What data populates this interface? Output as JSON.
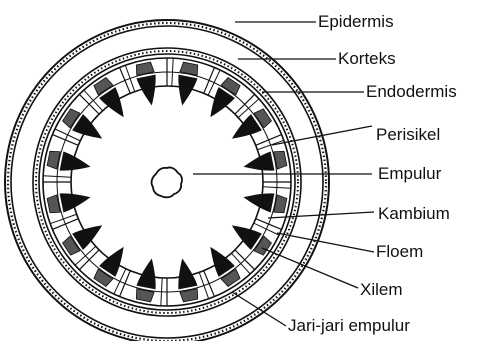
{
  "diagram": {
    "labels": {
      "epidermis": "Epidermis",
      "korteks": "Korteks",
      "endodermis": "Endodermis",
      "perisikel": "Perisikel",
      "empulur": "Empulur",
      "kambium": "Kambium",
      "floem": "Floem",
      "xilem": "Xilem",
      "jari_jari_empulur": "Jari-jari empulur"
    },
    "vascular_bundle_count": 16,
    "colors": {
      "ink": "#111111",
      "background": "#ffffff"
    }
  }
}
